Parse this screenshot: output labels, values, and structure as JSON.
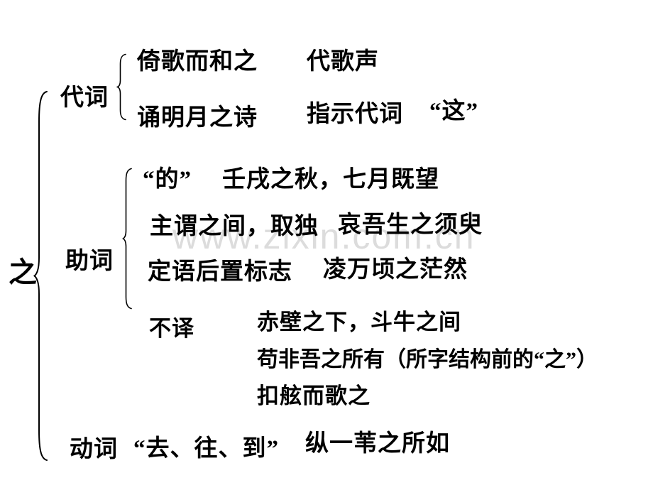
{
  "slide": {
    "background": "#ffffff",
    "text_color": "#000000"
  },
  "watermark": {
    "text": "www.zixin.com.cn",
    "color": "#dcdcdc"
  },
  "diagram": {
    "root": "之",
    "pronoun": {
      "label": "代词",
      "row1": {
        "example": "倚歌而和之",
        "meaning": "代歌声"
      },
      "row2": {
        "example": "诵明月之诗",
        "meaning": "指示代词",
        "gloss": "“这”"
      }
    },
    "particle": {
      "label": "助词",
      "row1": {
        "usage": "“的”",
        "example": "壬戌之秋，七月既望"
      },
      "row2": {
        "usage": "主谓之间，取独",
        "example": "哀吾生之须臾"
      },
      "row3": {
        "usage": "定语后置标志",
        "example": "凌万顷之茫然"
      },
      "row4": {
        "usage": "不译",
        "example1": "赤壁之下，斗牛之间",
        "example2": "苟非吾之所有（所字结构前的“之”）",
        "example3": "扣舷而歌之"
      }
    },
    "verb": {
      "label": "动词",
      "usage": "“去、往、到”",
      "example": "纵一苇之所如"
    }
  }
}
